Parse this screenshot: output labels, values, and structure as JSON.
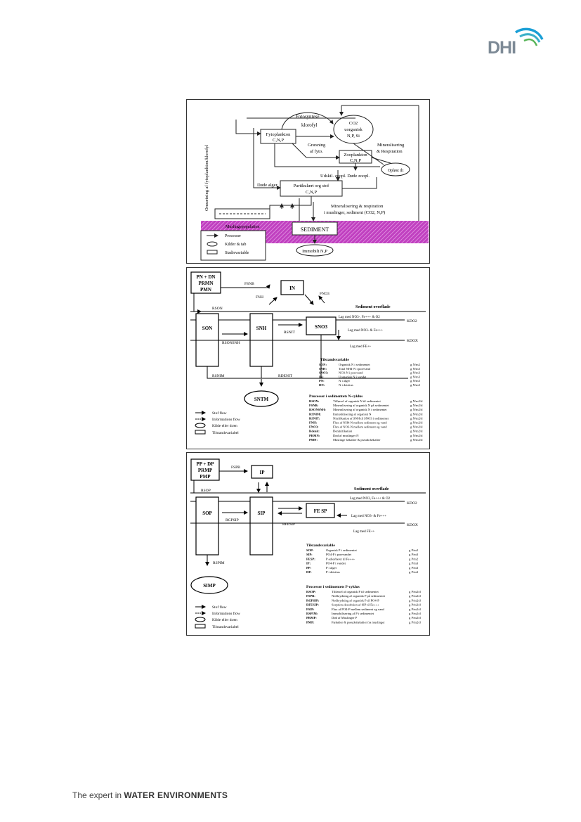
{
  "logo": {
    "text": "DHI",
    "accent": "#1a9fd6",
    "green": "#5ab55a"
  },
  "footer": {
    "prefix": "The expert in ",
    "emphasis": "WATER ENVIRONMENTS"
  },
  "panel1": {
    "fotosyntese": "Fotosyntese",
    "klorofyl": "klorofyl",
    "co2_line1": "CO2",
    "co2_line2": "uorganisk",
    "co2_line3": "N,P, Si",
    "vertical_label": "Omsætning af fytoplankton/klorofyl",
    "fytoplankton_1": "Fytoplankton",
    "fytoplankton_2": "C,N,P",
    "græsning_1": "Græsning",
    "græsning_2": "af fyto.",
    "zooplankton_1": "Zooplankton",
    "zooplankton_2": "C,N,P",
    "mineral_1": "Mineralisering",
    "mineral_2": "& Respiration",
    "opløst_ilt": "Opløst ilt",
    "udskil": "Udskil. zoopl. Døde zoopl.",
    "døde_alger": "Døde alger",
    "partikulært_1": "Partikulært org stof",
    "partikulært_2": "C,N,P",
    "mineral_musl_1": "Mineralisering & respiration",
    "mineral_musl_2": "i muslinger, sediment (CO2, N,P)",
    "muslingepopulation": "Muslingepopulation",
    "sediment": "SEDIMENT",
    "immobilt": "Immobilt N,P",
    "legend_processer": "Processer",
    "legend_kilder": "Kilder & tab",
    "legend_stadie": "Stadievariable"
  },
  "panel2": {
    "top_box_1": "PN + DN",
    "top_box_2": "PRMN",
    "top_box_3": "PMN",
    "fsnb": "FSNB",
    "in_box": "IN",
    "fnh": "FNH",
    "fno3": "FNO3",
    "rson": "RSON",
    "sediment_overflade": "Sediment overflade",
    "lag_no3": "Lag med NO3-, Fe+++ & O2",
    "kdo2": "KDO2",
    "son": "SON",
    "snh": "SNH",
    "rsnit": "RSNIT",
    "sno3": "SNO3",
    "lag_no3b": "Lag med NO3- & Fe+++",
    "rsonsnh": "RSONSNH",
    "kdox": "KDOX",
    "lag_fe": "Lag med FE++",
    "tilstand_title": "Tilstandsvariable",
    "tilstand": [
      {
        "code": "SON:",
        "desc": "Organisk N i sedimentet",
        "unit": "g N/m2"
      },
      {
        "code": "SNH:",
        "desc": "Total NH4-N i porevand",
        "unit": "g N/m3"
      },
      {
        "code": "SNO3:",
        "desc": "NO3-N i porevand",
        "unit": "g N/m3"
      },
      {
        "code": "IN:",
        "desc": "Uorganisk N i vandet",
        "unit": "g N/m3"
      },
      {
        "code": "PN:",
        "desc": "N i alger",
        "unit": "g N/m3"
      },
      {
        "code": "DN:",
        "desc": "N i detritus",
        "unit": "g N/m3"
      }
    ],
    "rsnim": "RSNIM",
    "rdenit": "RDENIT",
    "sntm": "SNTM",
    "proc_title": "Processer i sedimentets N-cyklus",
    "processer": [
      {
        "code": "RSON:",
        "desc": "Tilførsel af organisk N til sedimentet",
        "unit": "g N/m2/d"
      },
      {
        "code": "FSNB:",
        "desc": "Mineralisering af organisk N på sedimentet",
        "unit": "g N/m2/d"
      },
      {
        "code": "RSONSNH:",
        "desc": "Mineralisering af organisk N i sedimentet",
        "unit": "g N/m2/d"
      },
      {
        "code": "RSNIM:",
        "desc": "Immobilisering af organisk N",
        "unit": "g N/m2/d"
      },
      {
        "code": "RSNIT:",
        "desc": "Nitrifikation af SNH til SNO3 i sedimentet",
        "unit": "g N/m2/d"
      },
      {
        "code": "FNH:",
        "desc": "Flux af NH4-N mellem sediment og vand",
        "unit": "g N/m2/d"
      },
      {
        "code": "FNO3:",
        "desc": "Flux af NO3-N mellem sediment og vand",
        "unit": "g N/m2/d"
      },
      {
        "code": "Rdenit:",
        "desc": "Denitrifikation",
        "unit": "g N/m2/d"
      },
      {
        "code": "PRMN:",
        "desc": "Død af muslinger N",
        "unit": "g N/m2/d"
      },
      {
        "code": "PMN:",
        "desc": "Muslinge fækalier & pseudofækalier",
        "unit": "g N/m2/d"
      }
    ],
    "legend": [
      "Stof flow",
      "Informations flow",
      "Kilde eller dræn",
      "Tilstandsvariabel"
    ]
  },
  "panel3": {
    "top_box_1": "PP + DP",
    "top_box_2": "PRMP",
    "top_box_3": "PMP",
    "fspb": "FSPB",
    "ip_box": "IP",
    "rsop": "RSOP",
    "sediment_overflade": "Sediment overflade",
    "lag_no3": "Lag med NO3, Fe+++ & O2",
    "kdo2": "KDO2",
    "sop": "SOP",
    "sip": "SIP",
    "fe_sp": "FE SP",
    "rgpsip": "RGPSIP",
    "rfesip": "RFESIP",
    "lag_no3b": "Lag med NO3- & Fe+++",
    "kdox": "KDOX",
    "lag_fe": "Lag med FE++",
    "tilstand_title": "Tilstandsvariable",
    "tilstand": [
      {
        "code": "SOP:",
        "desc": "Organisk P i sedimentet",
        "unit": "g P/m2"
      },
      {
        "code": "SIP:",
        "desc": "PO4-P i porevandet",
        "unit": "g P/m3"
      },
      {
        "code": "FESP:",
        "desc": "P adsorberet til Fe+++",
        "unit": "g P/m2"
      },
      {
        "code": "IP:",
        "desc": "PO4-P i vandet",
        "unit": "g P/m3"
      },
      {
        "code": "PP:",
        "desc": "P i alger",
        "unit": "g P/m3"
      },
      {
        "code": "DP:",
        "desc": "P i detritus",
        "unit": "g P/m3"
      }
    ],
    "rspim": "RSPIM",
    "simp": "SIMP",
    "proc_title": "Processer i sedimentets P-cyklus",
    "processer": [
      {
        "code": "RSOP:",
        "desc": "Tilførsel af organisk P til sedimentet",
        "unit": "g P/m2/d"
      },
      {
        "code": "FSPB:",
        "desc": "Nedbrydning af organisk P på sedimentet",
        "unit": "g P/m2/d"
      },
      {
        "code": "RGPSIP:",
        "desc": "Nedbrydning af organisk P til PO4-P",
        "unit": "g P/m2/d"
      },
      {
        "code": "RFESIP:",
        "desc": "Sorption-desorbtion af SIP til Fe+++",
        "unit": "g P/m2/d"
      },
      {
        "code": "FSIP:",
        "desc": "Flux af PO4-P mellem sediment og vand",
        "unit": "g P/m2/d"
      },
      {
        "code": "RSPIM:",
        "desc": "Immobilisering af P i sedimentet",
        "unit": "g P/m2/d"
      },
      {
        "code": "PRMP:",
        "desc": "Død af Muslinger P",
        "unit": "g P/m2/d"
      },
      {
        "code": "PMP:",
        "desc": "Fækalier & pseudofækalier fra muslinger",
        "unit": "g P/m2/d"
      }
    ],
    "legend": [
      "Stof flow",
      "Informations flow",
      "Kilde eller dræn",
      "Tilstandsvariabel"
    ]
  }
}
